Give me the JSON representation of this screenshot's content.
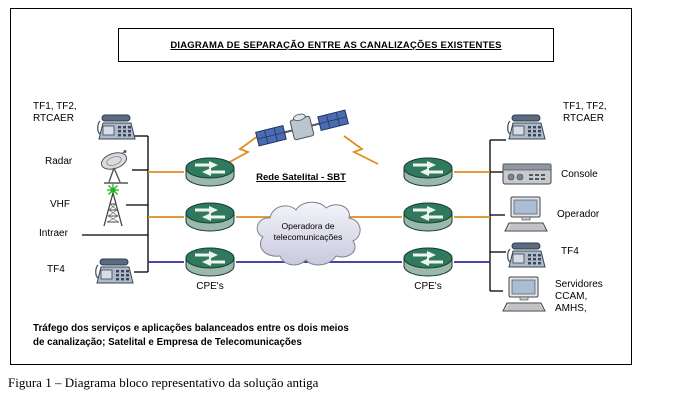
{
  "figure": {
    "caption": "Figura 1 – Diagrama bloco representativo da solução antiga"
  },
  "diagram": {
    "title": "DIAGRAMA DE SEPARAÇÃO ENTRE AS CANALIZAÇÕES EXISTENTES",
    "satellite_link_label": "Rede Satelital - SBT",
    "cloud_label": "Operadora de\ntelecomunicações",
    "left_cpe_label": "CPE's",
    "right_cpe_label": "CPE's",
    "footer_note": "Tráfego dos serviços e aplicações balanceados entre os dois meios\nde canalização; Satelital e Empresa de Telecomunicações",
    "left_nodes": [
      {
        "label": "TF1, TF2,\nRTCAER",
        "icon": "telephone-icon"
      },
      {
        "label": "Radar",
        "icon": "radar-dish-icon"
      },
      {
        "label": "VHF",
        "icon": "vhf-antenna-icon"
      },
      {
        "label": "Intraer",
        "icon": "none"
      },
      {
        "label": "TF4",
        "icon": "telephone-icon"
      }
    ],
    "right_nodes": [
      {
        "label": "TF1, TF2,\nRTCAER",
        "icon": "telephone-icon"
      },
      {
        "label": "Console",
        "icon": "console-icon"
      },
      {
        "label": "Operador",
        "icon": "workstation-icon"
      },
      {
        "label": "TF4",
        "icon": "telephone-icon"
      },
      {
        "label": "Servidores\nCCAM,\nAMHS,",
        "icon": "workstation-icon"
      }
    ],
    "colors": {
      "satellite_path": "#de8f1f",
      "telecom_path": "#2b2ba8",
      "router_top": "#2f7a5e",
      "link_black": "#000000"
    }
  }
}
